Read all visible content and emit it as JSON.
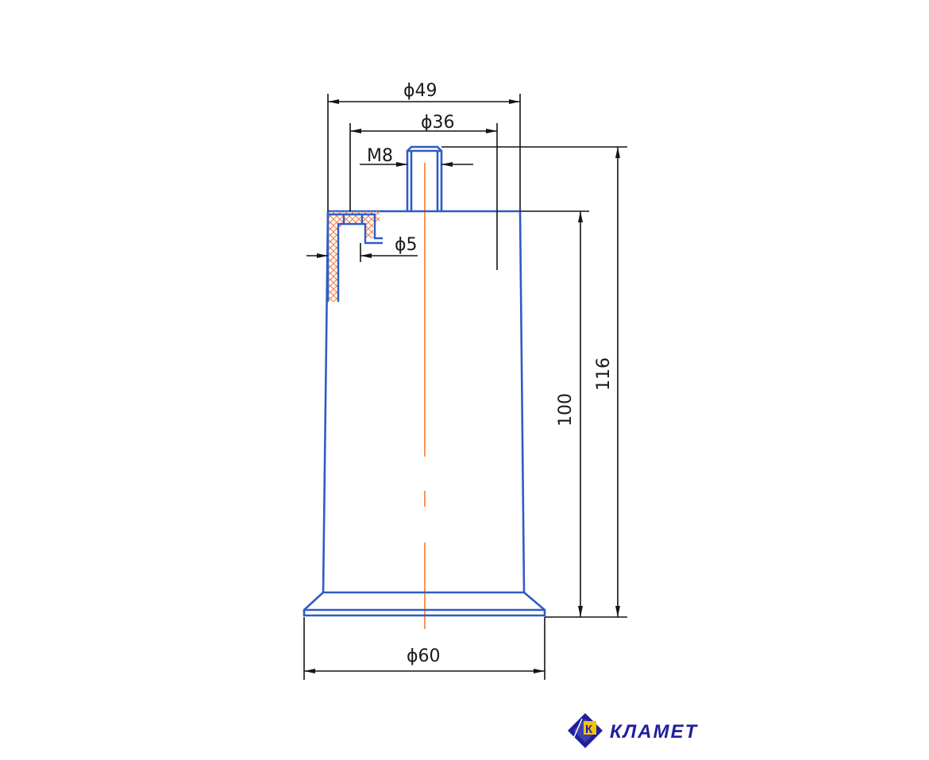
{
  "dimensions": {
    "d49": "ϕ49",
    "d36": "ϕ36",
    "m8": "M8",
    "d5": "ϕ5",
    "d60": "ϕ60",
    "h100": "100",
    "h116": "116"
  },
  "logo": {
    "letter": "К",
    "name": "КЛАМЕТ"
  },
  "colors": {
    "outline": "#2f5cc4",
    "centerline": "#ff7a2a",
    "hatch": "#f08a5a",
    "dimension": "#141414",
    "logo": "#1f1f9e"
  }
}
